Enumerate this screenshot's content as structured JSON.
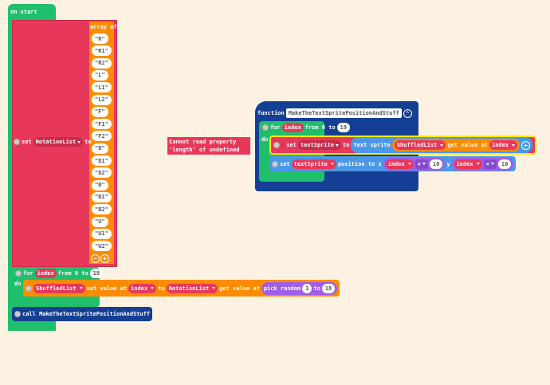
{
  "on_start": {
    "label": "on start",
    "set_label": "set",
    "variable": "NotationList",
    "to_label": "to",
    "array_label": "array of",
    "strings": [
      "\"R\"",
      "\"R1\"",
      "\"R2\"",
      "\"L\"",
      "\"L1\"",
      "\"L2\"",
      "\"F\"",
      "\"F1\"",
      "\"F2\"",
      "\"D\"",
      "\"D1\"",
      "\"D2\"",
      "\"B\"",
      "\"B1\"",
      "\"B2\"",
      "\"U\"",
      "\"U1\"",
      "\"U2\""
    ],
    "for_label": "for",
    "for_var": "index",
    "from_label": "from 0 to",
    "for_to": "19",
    "do_label": "do",
    "list": "ShuffledList",
    "set_value_at": "set value at",
    "index": "index",
    "to": "to",
    "source_list": "NotationList",
    "get_value_at": "get value at",
    "pick_random": "pick random",
    "rand_from": "1",
    "rand_to": "18",
    "call_label": "call MakeTheTextSpritePositionAndStuff"
  },
  "function": {
    "label": "function",
    "name": "MakeTheTextSpritePositionAndStuff",
    "for_label": "for",
    "for_var": "index",
    "from_label": "from 0 to",
    "for_to": "19",
    "do_label": "do",
    "set_label": "set",
    "sprite_var": "textSprite",
    "to_label": "to",
    "text_sprite": "text sprite",
    "list": "ShuffledList",
    "get_value_at": "get value at",
    "index": "index",
    "warning": "⚠",
    "pos_set": "set",
    "pos_label": "position to x",
    "x_var": "index",
    "x_op": "×",
    "x_num": "10",
    "y_label": "y",
    "y_var": "index",
    "y_op": "×",
    "y_num": "10"
  },
  "error": "Cannot read property 'length' of undefined"
}
